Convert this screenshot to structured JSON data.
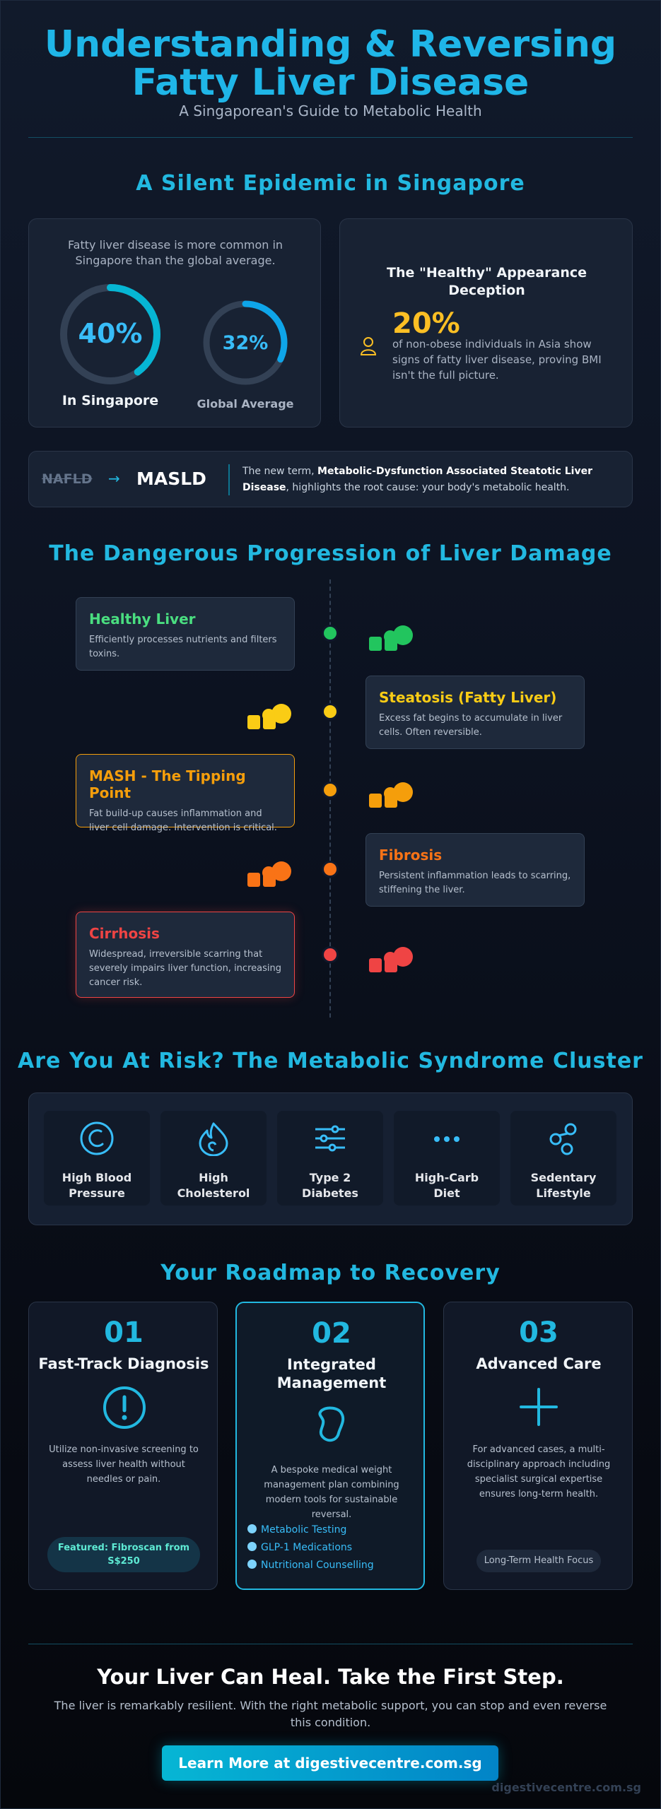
{
  "header": {
    "title_line1": "Understanding & Reversing",
    "title_line2": "Fatty Liver Disease",
    "subtitle": "A Singaporean's Guide to Metabolic Health"
  },
  "epidemic": {
    "section_title": "A Silent Epidemic in Singapore",
    "intro": "Fatty liver disease is more common in Singapore than the global average.",
    "singapore": {
      "value": "40%",
      "label": "In Singapore",
      "fraction": 0.4
    },
    "global": {
      "value": "32%",
      "label": "Global Average",
      "fraction": 0.32
    },
    "deception": {
      "title": "The \"Healthy\" Appearance Deception",
      "stat": "20%",
      "text": "of non-obese individuals in Asia show signs of fatty liver disease, proving BMI isn't the full picture."
    },
    "rename": {
      "old": "NAFLD",
      "arrow": "→",
      "new": "MASLD",
      "text_before": "The new term, ",
      "text_bold": "Metabolic-Dysfunction Associated Steatotic Liver Disease",
      "text_after": ", highlights the root cause: your body's metabolic health."
    }
  },
  "progression": {
    "section_title": "The Dangerous Progression of Liver Damage",
    "stages": [
      {
        "title": "Healthy Liver",
        "desc": "Efficiently processes nutrients and filters toxins.",
        "color": "#4ade80"
      },
      {
        "title": "Steatosis (Fatty Liver)",
        "desc": "Excess fat begins to accumulate in liver cells. Often reversible.",
        "color": "#facc15"
      },
      {
        "title": "MASH - The Tipping Point",
        "desc": "Fat build-up causes inflammation and liver cell damage. Intervention is critical.",
        "color": "#f59e0b"
      },
      {
        "title": "Fibrosis",
        "desc": "Persistent inflammation leads to scarring, stiffening the liver.",
        "color": "#f97316"
      },
      {
        "title": "Cirrhosis",
        "desc": "Widespread, irreversible scarring that severely impairs liver function, increasing cancer risk.",
        "color": "#ef4444"
      }
    ]
  },
  "risk": {
    "section_title": "Are You At Risk? The Metabolic Syndrome Cluster",
    "items": [
      {
        "line1": "High Blood",
        "line2": "Pressure",
        "icon": "gauge-icon"
      },
      {
        "line1": "High",
        "line2": "Cholesterol",
        "icon": "flame-icon"
      },
      {
        "line1": "Type 2",
        "line2": "Diabetes",
        "icon": "sliders-icon"
      },
      {
        "line1": "High-Carb",
        "line2": "Diet",
        "icon": "dots-icon"
      },
      {
        "line1": "Sedentary",
        "line2": "Lifestyle",
        "icon": "circles-icon"
      }
    ]
  },
  "roadmap": {
    "section_title": "Your Roadmap to Recovery",
    "steps": [
      {
        "num": "01",
        "title": "Fast-Track Diagnosis",
        "desc": "Utilize non-invasive screening to assess liver health without needles or pain.",
        "badge": "Featured: Fibroscan from S$250"
      },
      {
        "num": "02",
        "title_line1": "Integrated",
        "title_line2": "Management",
        "desc": "A bespoke medical weight management plan combining modern tools for sustainable reversal.",
        "list": [
          "Metabolic Testing",
          "GLP-1 Medications",
          "Nutritional Counselling"
        ]
      },
      {
        "num": "03",
        "title": "Advanced Care",
        "desc": "For advanced cases, a multi-disciplinary approach including specialist surgical expertise ensures long-term health.",
        "badge": "Long-Term Health Focus"
      }
    ]
  },
  "footer": {
    "heading": "Your Liver Can Heal. Take the First Step.",
    "text": "The liver is remarkably resilient. With the right metabolic support, you can stop and even reverse this condition.",
    "cta": "Learn More at digestivecentre.com.sg",
    "brand": "digestivecentre.com.sg"
  },
  "colors": {
    "accent": "#22b8e0",
    "amber": "#fbbf24"
  }
}
